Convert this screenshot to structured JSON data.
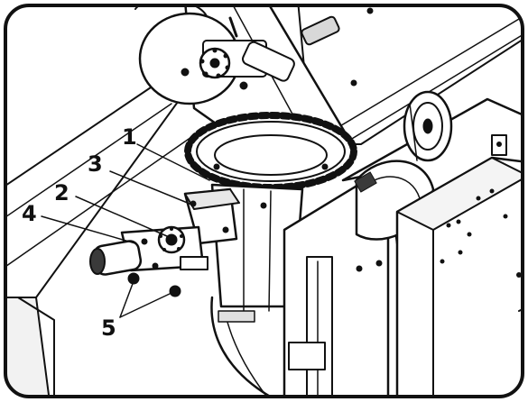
{
  "callouts": [
    "1",
    "2",
    "3",
    "4",
    "5"
  ],
  "colors": {
    "line": "#111111",
    "paper": "#ffffff",
    "light": "#e9e9e9",
    "mid": "#c9c9c9",
    "dark": "#3a3a3a"
  }
}
